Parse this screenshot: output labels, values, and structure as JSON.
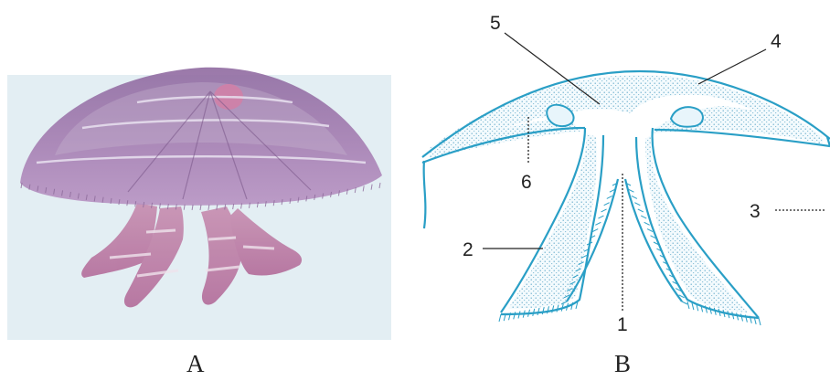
{
  "panels": [
    {
      "id": "A",
      "caption": "A",
      "kind": "illustration",
      "subject_icon": "jellyfish-illustration"
    },
    {
      "id": "B",
      "caption": "B",
      "kind": "cross-section"
    }
  ],
  "labels": [
    {
      "id": "label-1",
      "text": "1"
    },
    {
      "id": "label-2",
      "text": "2"
    },
    {
      "id": "label-3",
      "text": "3"
    },
    {
      "id": "label-4",
      "text": "4"
    },
    {
      "id": "label-5",
      "text": "5"
    },
    {
      "id": "label-6",
      "text": "6"
    }
  ],
  "colors": {
    "outline": "#2a9fc6",
    "stipple": "#6aaecc",
    "jellyfish_body": "#9b74a6",
    "background_panel_a": "#e3eef3"
  }
}
